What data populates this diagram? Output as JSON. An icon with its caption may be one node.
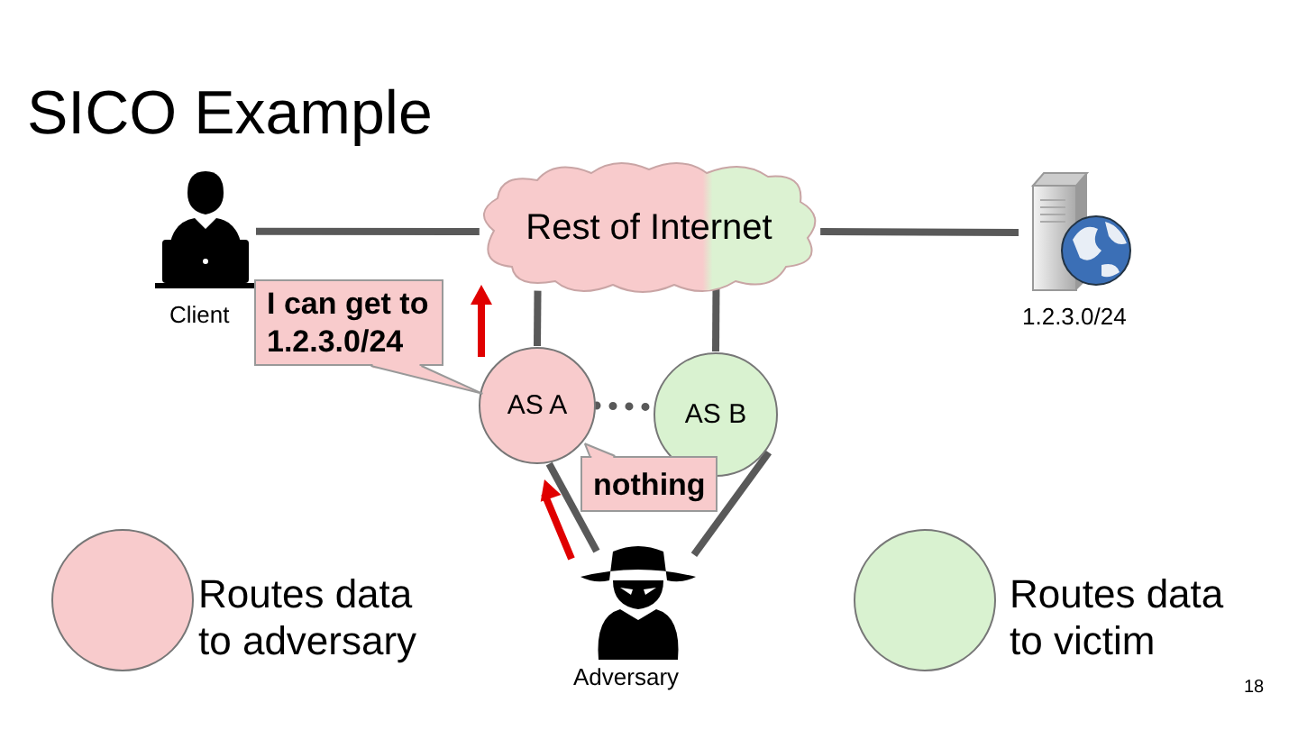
{
  "diagram": {
    "title": "SICO Example",
    "nodes": [
      {
        "text": [],
        "shape": "person",
        "beside": [
          "Client"
        ]
      },
      {
        "text": [
          "Rest of Internet"
        ]
      },
      {
        "text": [],
        "shape": "picture",
        "beside": [
          "1.2.3.0/24"
        ]
      },
      {
        "text": [
          "AS A"
        ]
      },
      {
        "text": [
          "AS B"
        ]
      },
      {
        "text": [],
        "shape": "person",
        "beside": [
          "Adversary"
        ]
      },
      {
        "text": [
          "I can get to 1.2.3.0/24"
        ]
      },
      {
        "text": [
          "nothing"
        ]
      }
    ],
    "edges": [
      {
        "from": 0,
        "to": 1,
        "arrow": "none"
      },
      {
        "from": 1,
        "to": 2,
        "arrow": "none"
      },
      {
        "from": 3,
        "to": 1,
        "arrow": "none"
      },
      {
        "from": 4,
        "to": 1,
        "arrow": "none"
      },
      {
        "from": 3,
        "to": 4,
        "arrow": "none",
        "style": "dashed"
      },
      {
        "from": 5,
        "to": 3,
        "arrow": "none"
      },
      {
        "from": 5,
        "to": 4,
        "arrow": "none"
      },
      {
        "from": 6,
        "to": 3,
        "arrow": "none"
      },
      {
        "from": 7,
        "to": 3,
        "arrow": "none"
      }
    ],
    "labels": [
      "18"
    ],
    "legend": [
      {
        "text": "Routes data to adversary",
        "color": "#f8cbcc"
      },
      {
        "text": "Routes data to victim",
        "color": "#d9f2d0"
      }
    ]
  }
}
